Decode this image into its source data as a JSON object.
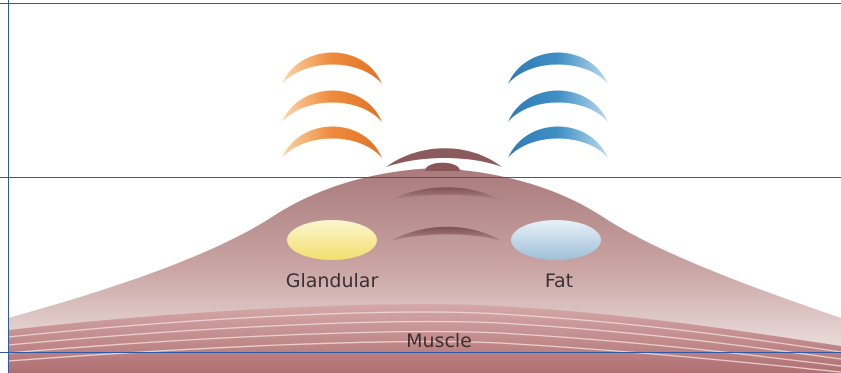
{
  "labels": {
    "glandular": "Glandular",
    "fat": "Fat",
    "muscle": "Muscle"
  },
  "colors": {
    "orange_wave": "#ef8a3c",
    "blue_wave": "#3f8fc4",
    "tissue": "#a97a7b",
    "tissue_light": "#e9dbd9",
    "muscle": "#b97a7c",
    "glandular_fill": "#f7ec9a",
    "fat_fill": "#b9d2e2",
    "guide_lines": "#2d5aa6"
  }
}
